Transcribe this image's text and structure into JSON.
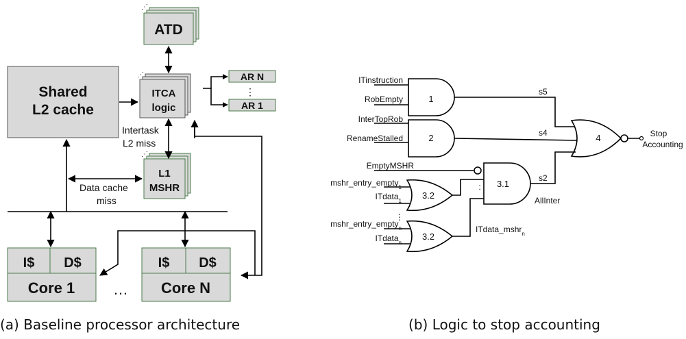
{
  "arch": {
    "atd": "ATD",
    "l2_line1": "Shared",
    "l2_line2": "L2 cache",
    "itca_line1": "ITCA",
    "itca_line2": "logic",
    "ar_n": "AR N",
    "ar_dots": "⋮",
    "ar_1": "AR 1",
    "intertask_line1": "Intertask",
    "intertask_line2": "L2 miss",
    "l1_line1": "L1",
    "l1_line2": "MSHR",
    "dc_line1": "Data cache",
    "dc_line2": "miss",
    "core1": {
      "icache": "I$",
      "dcache": "D$",
      "label": "Core 1"
    },
    "coreN": {
      "icache": "I$",
      "dcache": "D$",
      "label": "Core N"
    },
    "core_dots": "…",
    "caption": "(a) Baseline processor architecture"
  },
  "logic": {
    "inputs": {
      "itinstruction": "ITinstruction",
      "robempty": "RobEmpty",
      "intertoprob": "InterTopRob",
      "renamestalled": "RenameStalled",
      "emptymshr": "EmptyMSHR",
      "mshr_entry_1": "mshr_entry_empty",
      "mshr_entry_1_sub": "1",
      "itdata_1": "ITdata",
      "itdata_1_sub": "1",
      "mshr_entry_n": "mshr_entry_empty",
      "mshr_entry_n_sub": "n",
      "itdata_n": "ITdata",
      "itdata_n_sub": "n",
      "vdots": "⋮"
    },
    "gates": {
      "g1": "1",
      "g2": "2",
      "g31": "3.1",
      "g32a": "3.2",
      "g32b": "3.2",
      "g4": "4"
    },
    "signals": {
      "s5": "s5",
      "s4": "s4",
      "s2": "s2",
      "allinter": "AllInter",
      "itdata_mshr": "ITdata_mshr",
      "itdata_mshr_sub": "n",
      "colon": ":"
    },
    "output_line1": "Stop",
    "output_line2": "Accounting",
    "caption": "(b) Logic to stop accounting"
  }
}
